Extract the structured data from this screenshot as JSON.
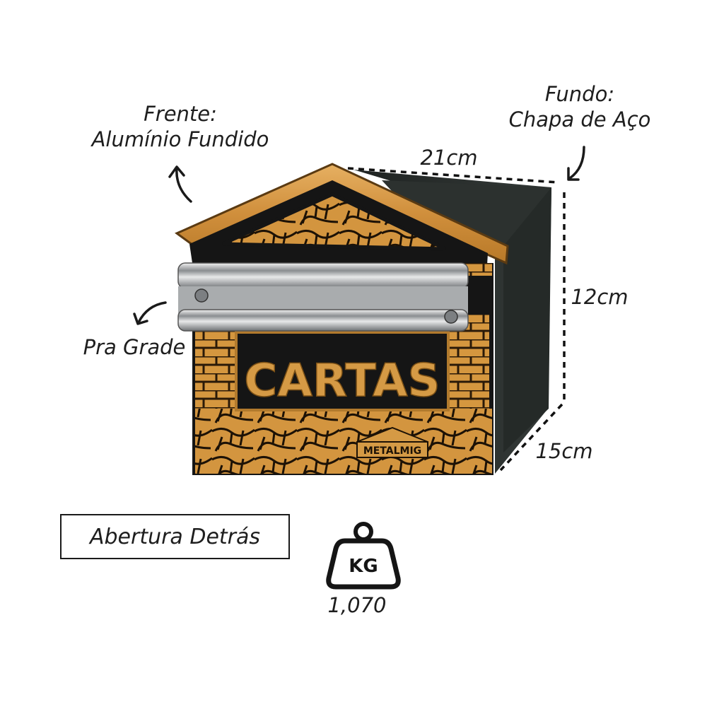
{
  "labels": {
    "frente_title": "Frente:",
    "frente_material": "Alumínio Fundido",
    "fundo_title": "Fundo:",
    "fundo_material": "Chapa de Aço",
    "width": "21cm",
    "height": "12cm",
    "depth": "15cm",
    "grade": "Pra Grade",
    "opening": "Abertura Detrás",
    "weight_value": "1,070"
  },
  "mailbox": {
    "plate_text": "CARTAS",
    "brand": "METALMIG"
  },
  "weight_icon": {
    "name": "weight-kg-icon",
    "text": "KG"
  },
  "colors": {
    "gold": "#d79a45",
    "gold_dark": "#a86d28",
    "black": "#141414",
    "steel_back": "#2f3432",
    "chrome": "#c9ccce"
  }
}
